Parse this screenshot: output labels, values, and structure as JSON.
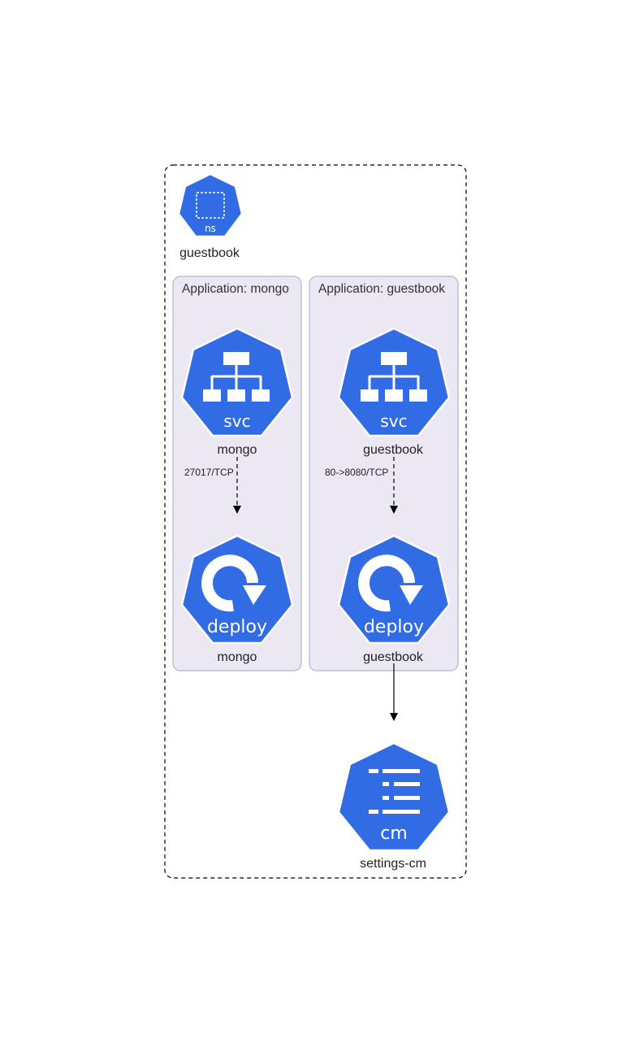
{
  "namespace": {
    "kind": "ns",
    "name": "guestbook"
  },
  "groups": [
    {
      "label": "Application: mongo"
    },
    {
      "label": "Application: guestbook"
    }
  ],
  "nodes": {
    "mongo_svc": {
      "kind": "svc",
      "name": "mongo"
    },
    "mongo_deploy": {
      "kind": "deploy",
      "name": "mongo"
    },
    "guestbook_svc": {
      "kind": "svc",
      "name": "guestbook"
    },
    "guestbook_deploy": {
      "kind": "deploy",
      "name": "guestbook"
    },
    "settings_cm": {
      "kind": "cm",
      "name": "settings-cm"
    }
  },
  "edges": [
    {
      "from": "mongo",
      "to": "mongo",
      "label": "27017/TCP",
      "style": "dashed"
    },
    {
      "from": "guestbook",
      "to": "guestbook",
      "label": "80->8080/TCP",
      "style": "dashed"
    },
    {
      "from": "guestbook",
      "to": "settings-cm",
      "label": "",
      "style": "solid"
    }
  ],
  "colors": {
    "k8s_blue": "#326ce5",
    "group_fill": "#ebe8f4",
    "group_border": "#b8b3c9"
  }
}
